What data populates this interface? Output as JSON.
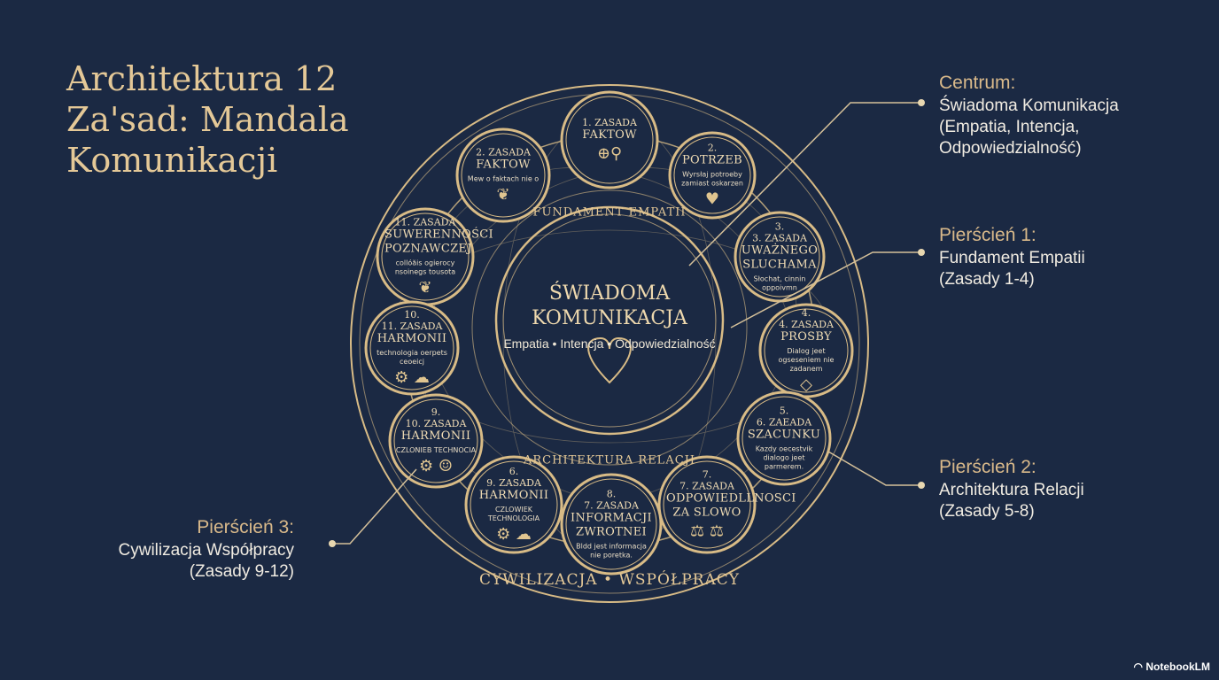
{
  "title": "Architektura 12 Za'sad: Mandala Komunikacji",
  "colors": {
    "background": "#1b2943",
    "gold": "#e0c590",
    "text": "#f1ece2"
  },
  "center": {
    "title": "ŚWIADOMA KOMUNIKACJA",
    "subtitle": "Empatia • Intencja • Odpowiedzialność",
    "icon": "heart-icon"
  },
  "rings": {
    "ring1": "FUNDAMENT EMPATII",
    "ring2": "ARCHITEKTURA RELACJI",
    "ring3": "CYWILIZACJA • WSPÓŁPRACY"
  },
  "medallions": [
    {
      "num": "",
      "title1": "1. ZASADA",
      "title2": "FAKTOW",
      "desc": "",
      "icon": "globe-magnifier-icon"
    },
    {
      "num": "2.",
      "title1": "",
      "title2": "POTRZEB",
      "desc": "Wyrsłaj potroeby zamiast oskarzen",
      "icon": "heart-icon"
    },
    {
      "num": "",
      "title1": "2. ZASADA",
      "title2": "FAKTOW",
      "desc": "Mew o faktach nie o",
      "icon": "brain-icon"
    },
    {
      "num": "",
      "title1": "11. ZASADA",
      "title2": "SUWERENNOŚCI POZNAWCZEJ",
      "desc": "collóăis ogierocy nsoinegs tousota",
      "icon": "brain-icon"
    },
    {
      "num": "3.",
      "title1": "3. ZASADA",
      "title2": "UWAŻNEGO SLUCHAMA",
      "desc": "Słochat, cinnin oppoivmn",
      "icon": ""
    },
    {
      "num": "10.",
      "title1": "11. ZASADA",
      "title2": "HARMONII",
      "desc": "technologia oerpets ceoeicj",
      "icon": "gear-icon"
    },
    {
      "num": "4.",
      "title1": "4. ZASADA",
      "title2": "PROSBY",
      "desc": "Dialog jeet ogseseniem nie zadanem",
      "icon": "diamond-icon"
    },
    {
      "num": "9.",
      "title1": "10. ZASADA",
      "title2": "HARMONII",
      "desc": "CZLONIEB TECHNOCIA",
      "icon": "gear-head-icon"
    },
    {
      "num": "5.",
      "title1": "6. ZAEADA",
      "title2": "SZACUNKU",
      "desc": "Kazdy oecestvik dialogo jeet parmerem.",
      "icon": ""
    },
    {
      "num": "6.",
      "title1": "9. ZASADA",
      "title2": "HARMONII",
      "desc": "CZLOWIEK TECHNOLOGIA",
      "icon": "gear-icon"
    },
    {
      "num": "8.",
      "title1": "7. ZASADA",
      "title2": "INFORMACJI ZWROTNEI",
      "desc": "Bldd jest informacja nie poretka.",
      "icon": ""
    },
    {
      "num": "7.",
      "title1": "7. ZASADA",
      "title2": "ODPOWIEDLLNOSCI ZA SLOWO",
      "desc": "",
      "icon": "scales-icon"
    }
  ],
  "callouts": {
    "centrum": {
      "heading": "Centrum:",
      "lines": [
        "Świadoma Komunikacja",
        "(Empatia, Intencja,",
        "Odpowiedzialność)"
      ]
    },
    "ring1": {
      "heading": "Pierścień 1:",
      "lines": [
        "Fundament Empatii",
        "(Zasady 1-4)"
      ]
    },
    "ring2": {
      "heading": "Pierścień 2:",
      "lines": [
        "Architektura Relacji",
        "(Zasady 5-8)"
      ]
    },
    "ring3": {
      "heading": "Pierścień 3:",
      "lines": [
        "Cywilizacja Współpracy",
        "(Zasady 9-12)"
      ]
    }
  },
  "watermark": "NotebookLM"
}
